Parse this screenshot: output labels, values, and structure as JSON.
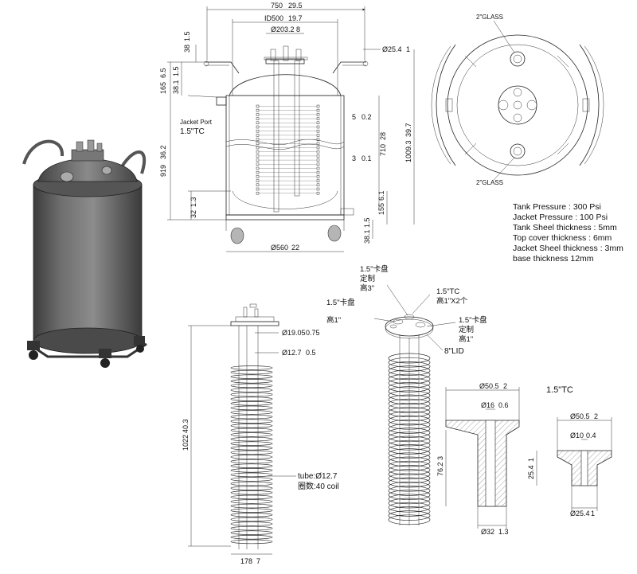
{
  "specs": [
    "Tank Pressure : 300 Psi",
    "Jacket Pressure : 100 Psi",
    "Tank Sheel thickness : 5mm",
    "Top cover thickness : 6mm",
    "Jacket Sheel thickness : 3mm",
    "base thickness 12mm"
  ],
  "tank_dims": {
    "overall_width": "750",
    "overall_width_in": "29.5",
    "id": "ID500",
    "id_in": "19.7",
    "port_dia": "Ø203.2",
    "port_dia_in": "8",
    "handle_dia": "Ø25.4",
    "handle_dia_in": "1",
    "top_38": "38",
    "top_38_in": "1.5",
    "h165": "165",
    "h165_in": "6.5",
    "h38_1": "38.1",
    "h38_1_in": "1.5",
    "h919": "919",
    "h919_in": "36.2",
    "h32": "32",
    "h32_in": "1.3",
    "coil_gap5": "5",
    "coil_gap5_in": "0.2",
    "coil_gap3": "3",
    "coil_gap3_in": "0.1",
    "h710": "710",
    "h710_in": "28",
    "h1009": "1009.3",
    "h1009_in": "39.7",
    "h155": "155",
    "h155_in": "6.1",
    "base_38": "38.1",
    "base_38_in": "1.5",
    "base_dia": "Ø560",
    "base_dia_in": "22",
    "jacket_port": "Jacket Port",
    "jacket_port_size": "1.5\"TC"
  },
  "top_view": {
    "glass_top": "2\"GLASS",
    "glass_bottom": "2\"GLASS"
  },
  "coil_dims": {
    "d1905": "Ø19.05",
    "d1905_in": "0.75",
    "d127": "Ø12.7",
    "d127_in": "0.5",
    "h1022": "1022",
    "h1022_in": "40.3",
    "tube": "tube:Ø12.7",
    "coil_count": "圈数:40 coil",
    "w178": "178",
    "w178_in": "7"
  },
  "lid_labels": {
    "clamp_custom_3": [
      "1.5\"卡盘",
      "定制",
      "高3\""
    ],
    "clamp_custom_1a": [
      "1.5\"卡盘",
      "高1\""
    ],
    "tc_x2": [
      "1.5\"TC",
      "高1\"X2个"
    ],
    "clamp_custom_1b": [
      "1.5\"卡盘",
      "定制",
      "高1\""
    ],
    "lid": "8\"LID"
  },
  "ferrule_big": {
    "d505": "Ø50.5",
    "d505_in": "2",
    "d16": "Ø16",
    "d16_in": "0.6",
    "h762": "76.2",
    "h762_in": "3",
    "d32": "Ø32",
    "d32_in": "1.3"
  },
  "ferrule_small": {
    "title": "1.5\"TC",
    "d505": "Ø50.5",
    "d505_in": "2",
    "d10": "Ø10",
    "d10_in": "0.4",
    "h254": "25.4",
    "h254_in": "1",
    "d254": "Ø25.4",
    "d254_in": "1"
  }
}
